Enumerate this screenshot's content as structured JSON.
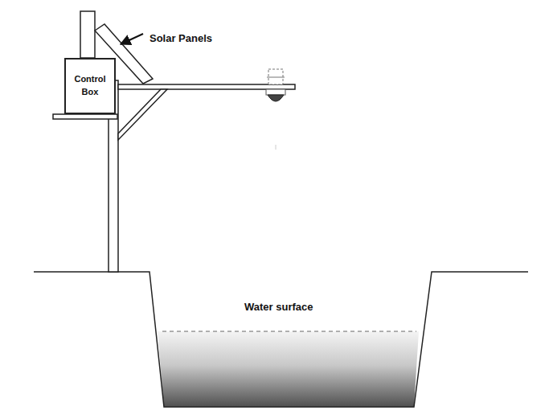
{
  "diagram": {
    "nodes": [
      {
        "text": [
          "Control Box"
        ]
      }
    ],
    "labels": [
      "Solar Panels",
      "Water surface"
    ]
  }
}
